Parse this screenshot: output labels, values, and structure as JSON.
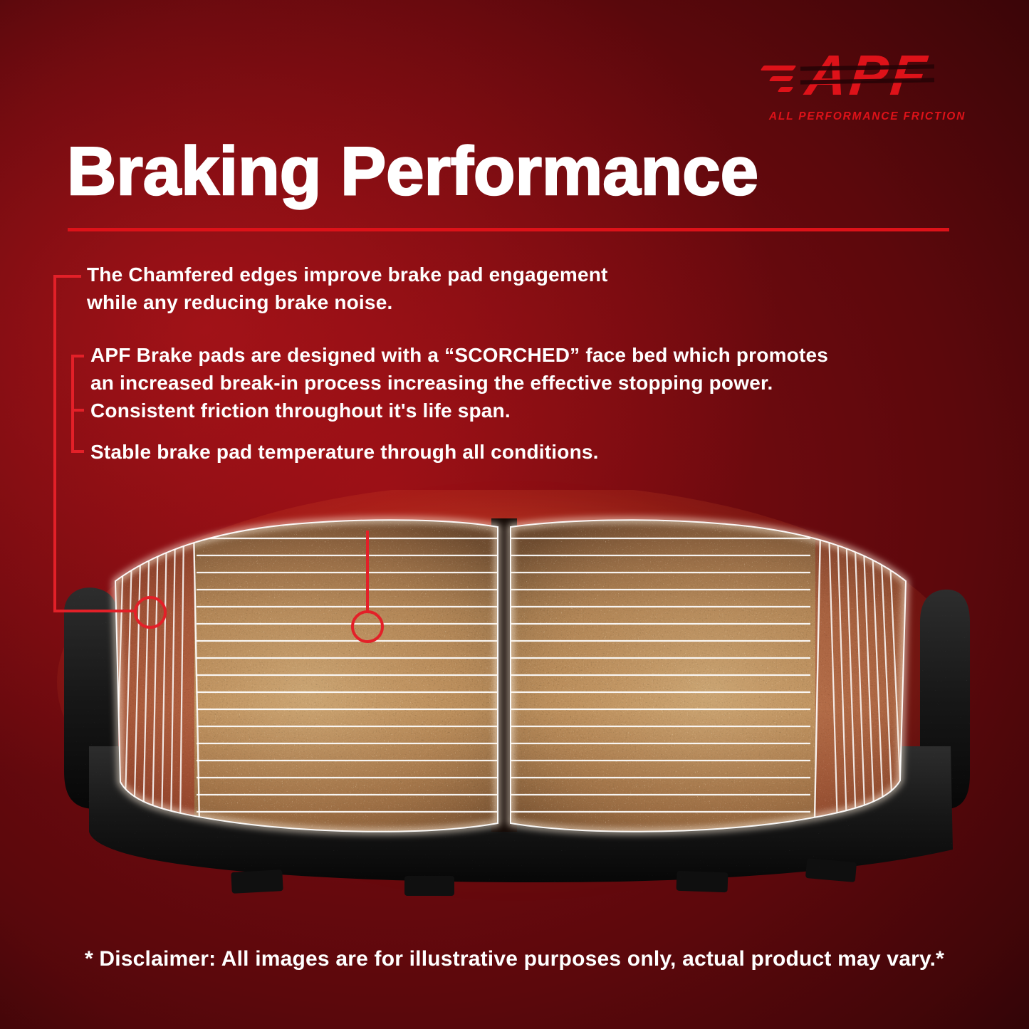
{
  "logo": {
    "brand": "APF",
    "tagline": "ALL PERFORMANCE FRICTION"
  },
  "header": {
    "title": "Braking Performance"
  },
  "bullets": [
    {
      "text": "The Chamfered edges improve brake pad engagement while any reducing brake noise."
    },
    {
      "text": "APF Brake pads are designed with a “SCORCHED” face bed which promotes an increased break-in process increasing the effective stopping power."
    },
    {
      "text": "Consistent friction throughout it's life span."
    },
    {
      "text": "Stable brake pad temperature through all conditions."
    }
  ],
  "figure": {
    "subject": "brake-pad-set",
    "callouts": [
      {
        "id": "chamfered-edge"
      },
      {
        "id": "scorched-face-bed"
      }
    ]
  },
  "disclaimer": "* Disclaimer: All images are for illustrative purposes only, actual product may vary.*",
  "colors": {
    "accent": "#de1219",
    "title": "#ffffff",
    "glow": "#ff7a30"
  }
}
